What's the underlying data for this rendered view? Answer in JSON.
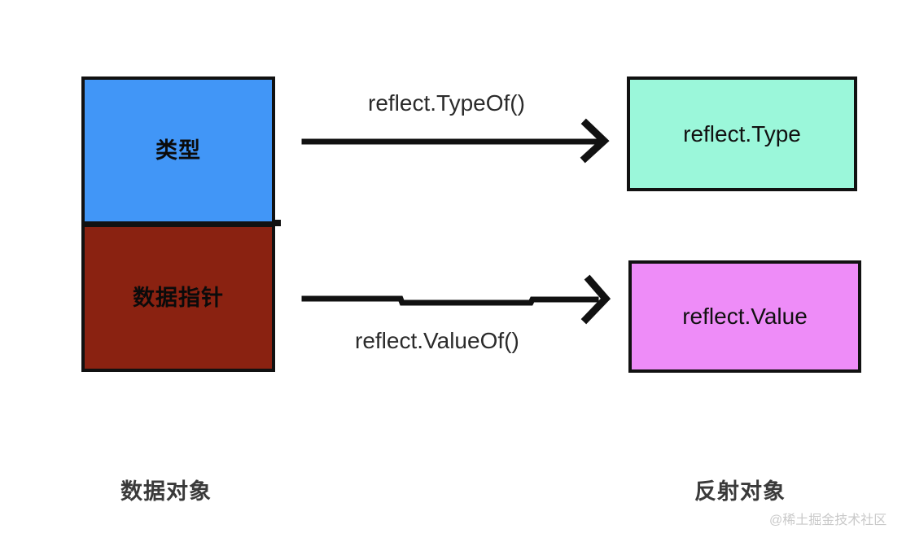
{
  "diagram": {
    "background_color": "#ffffff",
    "data_object": {
      "caption": "数据对象",
      "boxes": [
        {
          "label": "类型",
          "fill": "#4196F7",
          "icon": "type-box"
        },
        {
          "label": "数据指针",
          "fill": "#8A2211",
          "icon": "data-pointer-box"
        }
      ]
    },
    "reflect_object": {
      "caption": "反射对象",
      "boxes": [
        {
          "label": "reflect.Type",
          "fill": "#9BF7DA"
        },
        {
          "label": "reflect.Value",
          "fill": "#EE8CF8"
        }
      ]
    },
    "arrows": [
      {
        "label": "reflect.TypeOf()",
        "from": "类型",
        "to": "reflect.Type",
        "label_position": "above"
      },
      {
        "label": "reflect.ValueOf()",
        "from": "数据指针",
        "to": "reflect.Value",
        "label_position": "below"
      }
    ],
    "stroke_color": "#111111",
    "watermark": "@稀土掘金技术社区"
  }
}
